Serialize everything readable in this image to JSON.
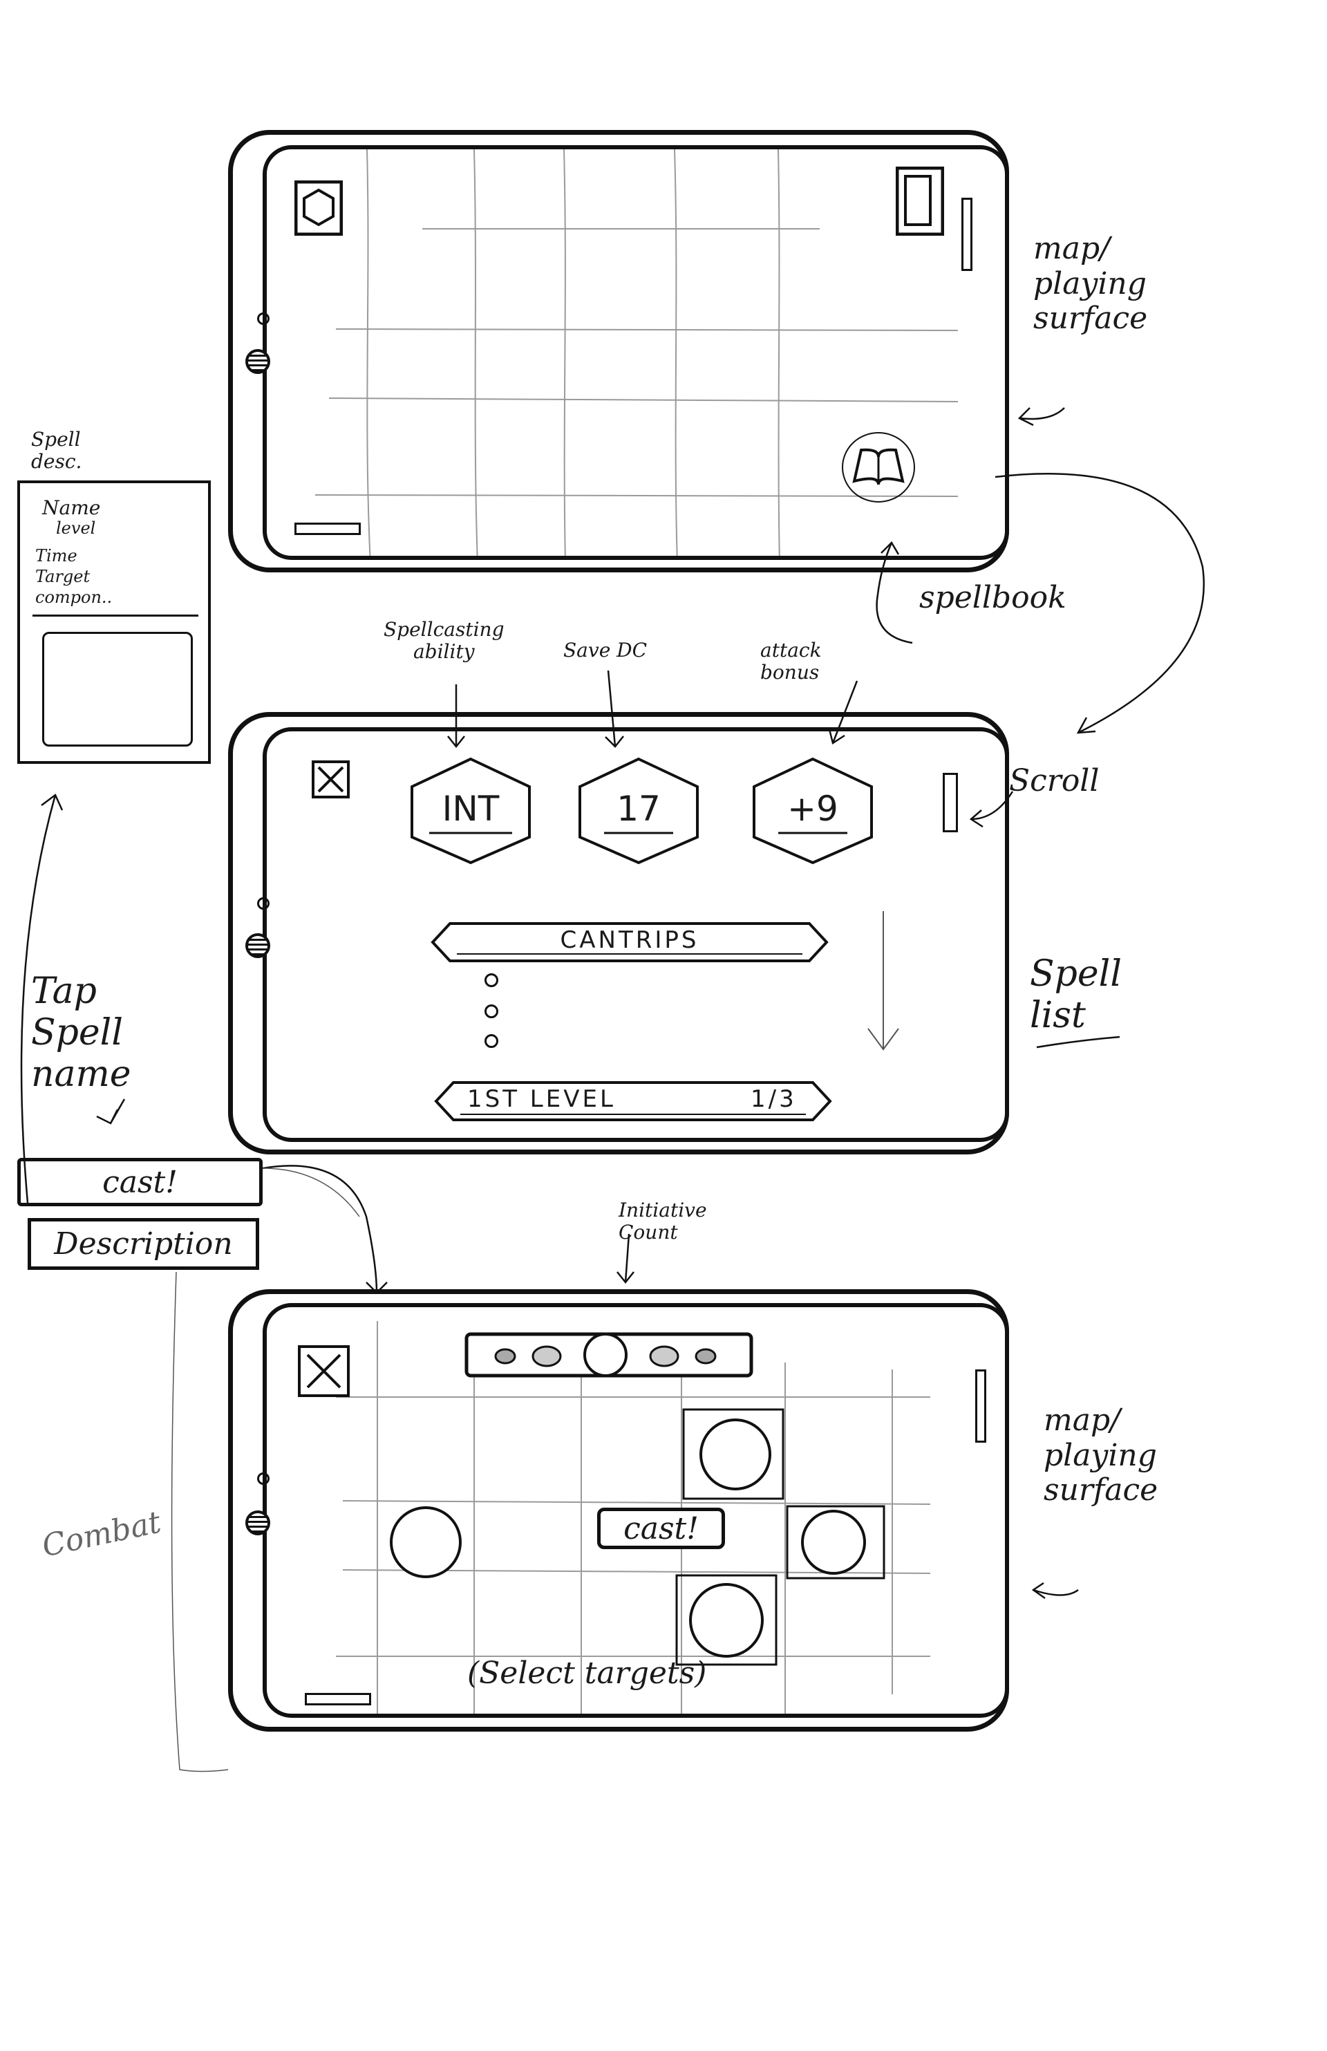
{
  "annotations": {
    "map_surface_1": "map/\nplaying\nsurface",
    "spellbook": "spellbook",
    "spellcasting_ability": "Spellcasting\nability",
    "save_dc": "Save DC",
    "attack_bonus": "attack\nbonus",
    "scroll": "Scroll",
    "spell_list": "Spell\nlist",
    "spell_desc": "Spell\ndesc.",
    "tap_spell_name": "Tap\nSpell\nname",
    "initiative_count": "Initiative\nCount",
    "combat": "Combat",
    "map_surface_2": "map/\nplaying\nsurface"
  },
  "spell_desc_card": {
    "name": "Name",
    "level": "level",
    "time": "Time",
    "target": "Target",
    "components": "compon.."
  },
  "spell_list_screen": {
    "stats": [
      "INT",
      "17",
      "+9"
    ],
    "cantrips_label": "CANTRIPS",
    "first_level_label": "1ST LEVEL",
    "first_level_slots": "1/3"
  },
  "popup_buttons": {
    "cast": "cast!",
    "description": "Description"
  },
  "combat_screen": {
    "cast_button": "cast!",
    "hint": "(Select targets)"
  },
  "icons": {
    "hex_token": "hexagon-icon",
    "card_deck": "card-icon",
    "spellbook": "open-book-icon",
    "close": "close-icon"
  }
}
